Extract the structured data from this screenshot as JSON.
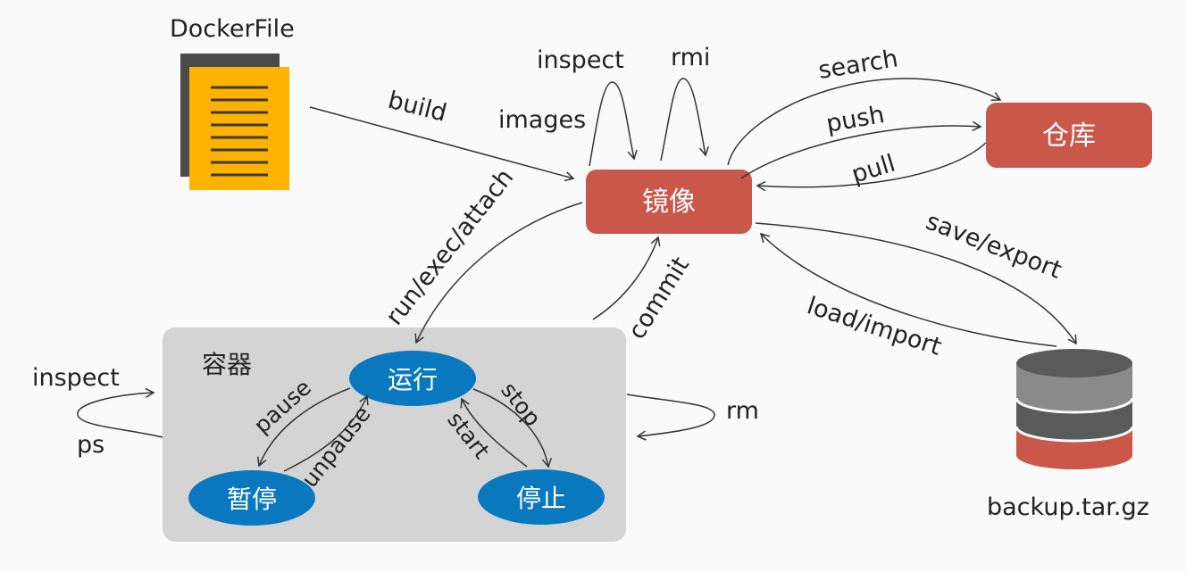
{
  "colors": {
    "image_node": "#c9574a",
    "repo_node": "#c9574a",
    "container_bg": "#d4d4d4",
    "state_node": "#0a78be",
    "file_front": "#ffb300",
    "file_back": "#4a4a4a",
    "file_lines": "#3a3a3a",
    "db_top": "#8a8a8a",
    "db_middle": "#5a5a5a",
    "db_bottom": "#c9574a"
  },
  "nodes": {
    "dockerfile": "DockerFile",
    "image": "镜像",
    "repository": "仓库",
    "container": "容器",
    "running": "运行",
    "paused": "暂停",
    "stopped": "停止",
    "backup": "backup.tar.gz"
  },
  "edges": {
    "build": "build",
    "inspect_image": "inspect",
    "rmi": "rmi",
    "images": "images",
    "search": "search",
    "push": "push",
    "pull": "pull",
    "run_exec_attach": "run/exec/attach",
    "commit": "commit",
    "save_export": "save/export",
    "load_import": "load/import",
    "inspect_container": "inspect",
    "ps": "ps",
    "rm": "rm",
    "pause": "pause",
    "unpause": "unpause",
    "stop": "stop",
    "start": "start"
  }
}
